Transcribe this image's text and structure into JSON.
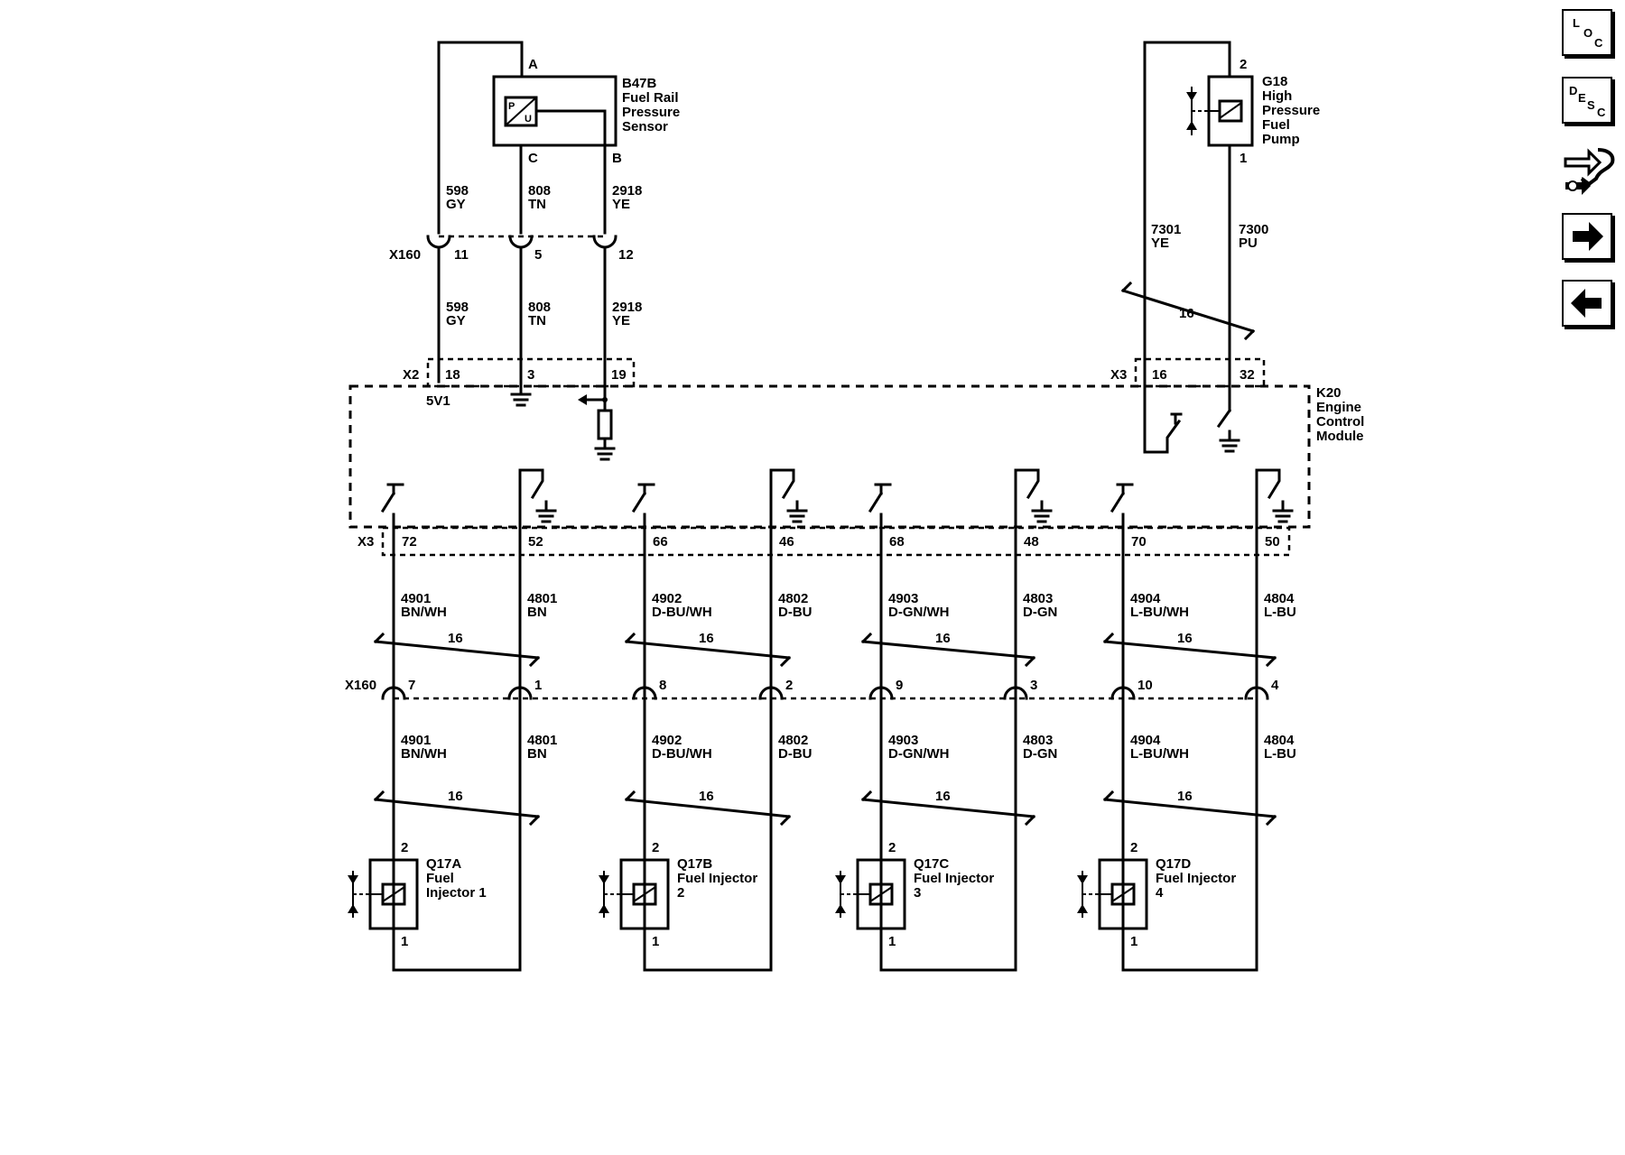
{
  "nav": {
    "loc": [
      "L",
      "O",
      "C"
    ],
    "desc": [
      "D",
      "E",
      "S",
      "C"
    ]
  },
  "sensor": {
    "id": "B47B",
    "name_lines": [
      "Fuel Rail",
      "Pressure",
      "Sensor"
    ],
    "pins": {
      "a": "A",
      "b": "B",
      "c": "C"
    },
    "p": "P",
    "u": "U"
  },
  "pump": {
    "id": "G18",
    "name_lines": [
      "High",
      "Pressure",
      "Fuel",
      "Pump"
    ],
    "pin_top": "2",
    "pin_bottom": "1"
  },
  "ecm": {
    "id": "K20",
    "name_lines": [
      "Engine",
      "Control",
      "Module"
    ],
    "v5_label": "5V1"
  },
  "connectors": {
    "x160": "X160",
    "x2": "X2",
    "x3": "X3"
  },
  "sensor_wires": [
    {
      "circuit": "598",
      "color": "GY",
      "x160_pin": "11",
      "x2_pin": "18"
    },
    {
      "circuit": "808",
      "color": "TN",
      "x160_pin": "5",
      "x2_pin": "3"
    },
    {
      "circuit": "2918",
      "color": "YE",
      "x160_pin": "12",
      "x2_pin": "19"
    }
  ],
  "pump_wires": [
    {
      "circuit": "7301",
      "color": "YE",
      "x3_pin": "16"
    },
    {
      "circuit": "7300",
      "color": "PU",
      "x3_pin": "32"
    }
  ],
  "twist_label": "16",
  "injectors": [
    {
      "id": "Q17A",
      "name_lines": [
        "Fuel",
        "Injector 1"
      ],
      "pin_top": "2",
      "pin_bottom": "1",
      "ctrl": {
        "circuit": "4901",
        "color": "BN/WH",
        "x3_pin": "72",
        "x160_pin": "7"
      },
      "gnd": {
        "circuit": "4801",
        "color": "BN",
        "x3_pin": "52",
        "x160_pin": "1"
      }
    },
    {
      "id": "Q17B",
      "name_lines": [
        "Fuel Injector",
        "2"
      ],
      "pin_top": "2",
      "pin_bottom": "1",
      "ctrl": {
        "circuit": "4902",
        "color": "D-BU/WH",
        "x3_pin": "66",
        "x160_pin": "8"
      },
      "gnd": {
        "circuit": "4802",
        "color": "D-BU",
        "x3_pin": "46",
        "x160_pin": "2"
      }
    },
    {
      "id": "Q17C",
      "name_lines": [
        "Fuel Injector",
        "3"
      ],
      "pin_top": "2",
      "pin_bottom": "1",
      "ctrl": {
        "circuit": "4903",
        "color": "D-GN/WH",
        "x3_pin": "68",
        "x160_pin": "9"
      },
      "gnd": {
        "circuit": "4803",
        "color": "D-GN",
        "x3_pin": "48",
        "x160_pin": "3"
      }
    },
    {
      "id": "Q17D",
      "name_lines": [
        "Fuel Injector",
        "4"
      ],
      "pin_top": "2",
      "pin_bottom": "1",
      "ctrl": {
        "circuit": "4904",
        "color": "L-BU/WH",
        "x3_pin": "70",
        "x160_pin": "10"
      },
      "gnd": {
        "circuit": "4804",
        "color": "L-BU",
        "x3_pin": "50",
        "x160_pin": "4"
      }
    }
  ]
}
